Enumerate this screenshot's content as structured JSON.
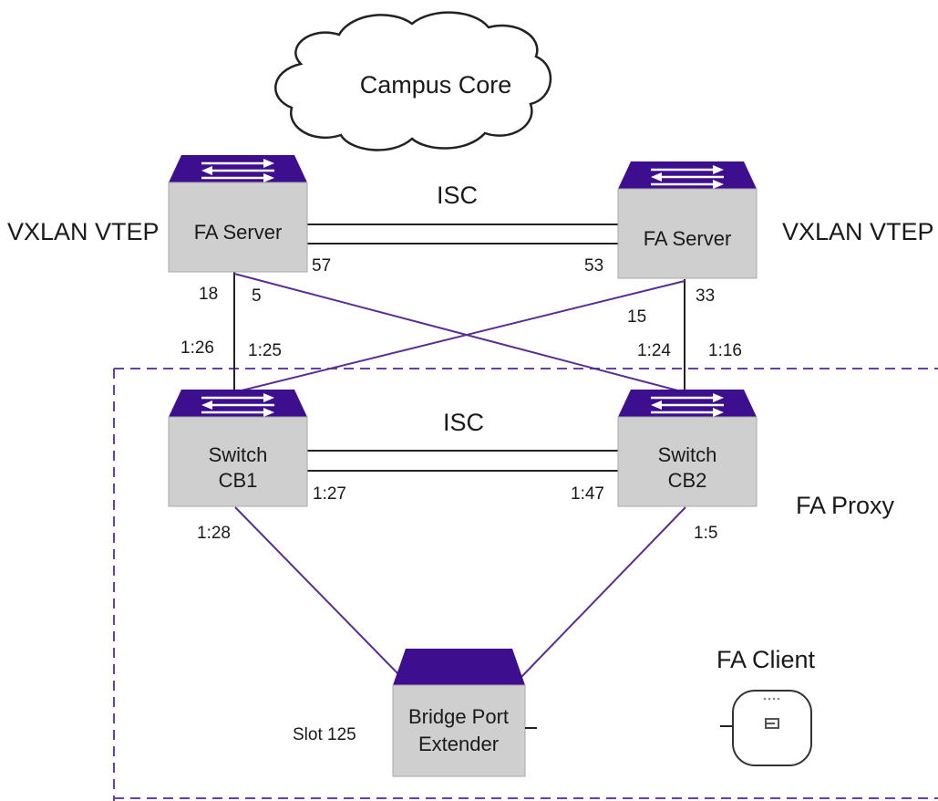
{
  "cloud": {
    "label": "Campus Core"
  },
  "labels": {
    "vtep_left": "VXLAN VTEP",
    "vtep_right": "VXLAN VTEP",
    "isc_top": "ISC",
    "isc_mid": "ISC",
    "fa_proxy": "FA Proxy",
    "fa_client": "FA Client",
    "slot": "Slot 125"
  },
  "devices": {
    "fa_server_left": {
      "label": "FA Server"
    },
    "fa_server_right": {
      "label": "FA Server"
    },
    "switch_cb1": {
      "line1": "Switch",
      "line2": "CB1"
    },
    "switch_cb2": {
      "line1": "Switch",
      "line2": "CB2"
    },
    "bpe": {
      "line1": "Bridge Port",
      "line2": "Extender"
    }
  },
  "ports": {
    "p57": "57",
    "p53": "53",
    "p18": "18",
    "p5": "5",
    "p33": "33",
    "p15": "15",
    "p1_26": "1:26",
    "p1_25": "1:25",
    "p1_24": "1:24",
    "p1_16": "1:16",
    "p1_27": "1:27",
    "p1_47": "1:47",
    "p1_28": "1:28",
    "p1_5": "1:5"
  },
  "colors": {
    "switch_top": "#3d0f8f",
    "switch_body": "#cfcfcf",
    "link_purple": "#5a2d91",
    "link_black": "#222222",
    "dashed": "#6a3fa8"
  }
}
